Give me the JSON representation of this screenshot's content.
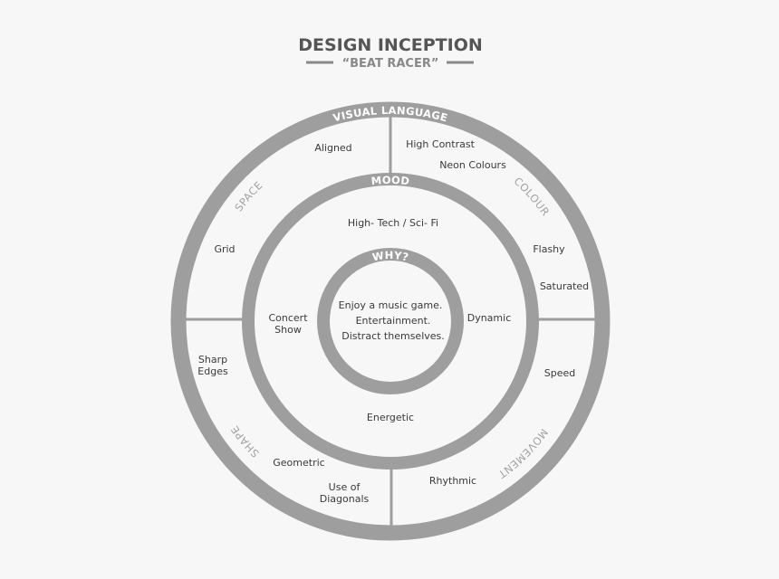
{
  "title": "DESIGN INCEPTION",
  "subtitle": "“BEAT RACER”",
  "colors": {
    "ring": "#9e9e9e",
    "background": "#f7f7f7",
    "text": "#3a3a3a",
    "category": "#a3a3a3"
  },
  "rings": {
    "outer": "VISUAL LANGUAGE",
    "middle": "MOOD",
    "inner": "WHY?"
  },
  "categories": {
    "space": "SPACE",
    "colour": "COLOUR",
    "movement": "MOVEMENT",
    "shape": "SHAPE"
  },
  "why": [
    "Enjoy a music game.",
    "Entertainment.",
    "Distract themselves."
  ],
  "mood": {
    "top": "High- Tech / Sci- Fi",
    "left": [
      "Concert",
      "Show"
    ],
    "right": "Dynamic",
    "bottom": "Energetic"
  },
  "space": {
    "aligned": "Aligned",
    "grid": "Grid"
  },
  "colour": {
    "high_contrast": "High Contrast",
    "neon": "Neon Colours",
    "flashy": "Flashy",
    "saturated": "Saturated"
  },
  "shape": {
    "sharp": [
      "Sharp",
      "Edges"
    ],
    "geometric": "Geometric",
    "diagonals": [
      "Use of",
      "Diagonals"
    ]
  },
  "movement": {
    "speed": "Speed",
    "rhythmic": "Rhythmic"
  }
}
